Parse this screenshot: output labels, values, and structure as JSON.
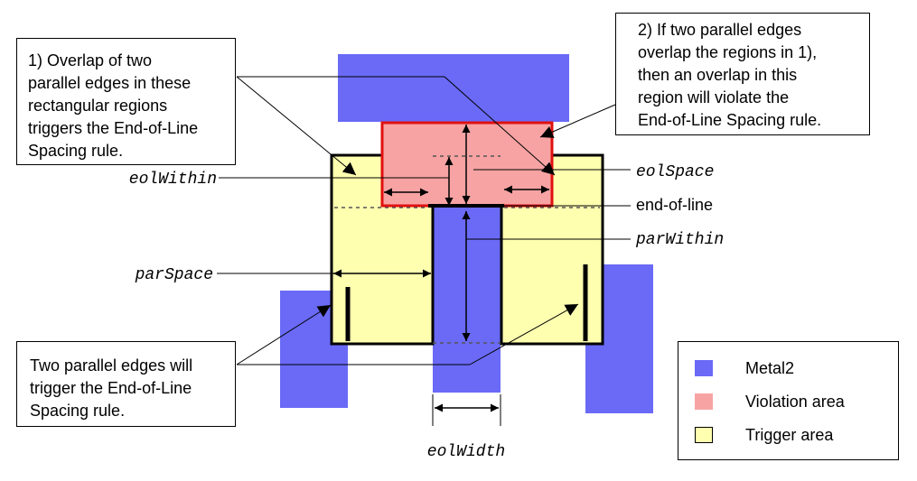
{
  "callouts": {
    "overlap_regions": "1) Overlap of two\nparallel edges in these\nrectangular regions\ntriggers the End-of-Line\nSpacing rule.",
    "parallel_edges_overlap": "2) If two parallel edges\noverlap the regions in 1),\nthen an overlap in this\nregion will violate the\nEnd-of-Line Spacing rule.",
    "parallel_edges_trigger": "Two parallel edges will\ntrigger the End-of-Line\nSpacing rule."
  },
  "labels": {
    "eol_within": "eolWithin",
    "eol_space": "eolSpace",
    "end_of_line": "end-of-line",
    "par_within": "parWithin",
    "par_space": "parSpace",
    "eol_width": "eolWidth"
  },
  "legend": {
    "items": [
      {
        "label": "Metal2",
        "color": "#6a6af7"
      },
      {
        "label": "Violation area",
        "color": "#f7a3a3"
      },
      {
        "label": "Trigger area",
        "color": "#ffffb0"
      }
    ]
  },
  "colors": {
    "metal2": "#6a6af7",
    "violation_fill": "#f7a3a3",
    "violation_border": "#e01010",
    "trigger_fill": "#ffffb0",
    "outline": "#000000"
  }
}
